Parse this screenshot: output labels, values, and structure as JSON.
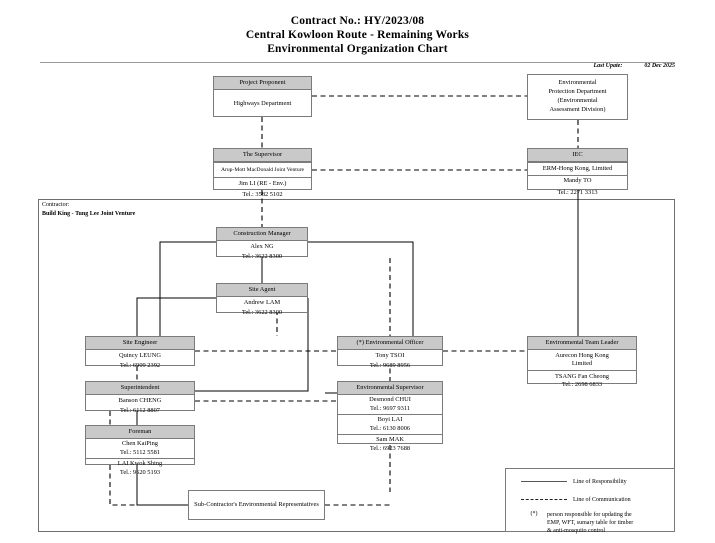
{
  "header": {
    "line1": "Contract No.: HY/2023/08",
    "line2": "Central Kowloon Route - Remaining Works",
    "line3": "Environmental Organization Chart",
    "last_update_label": "Last Upate:",
    "last_update_value": "02 Dec 2025"
  },
  "contractor": {
    "label": "Contractor:",
    "name": "Build King - Tung Lee Joint Venture"
  },
  "nodes": {
    "project_proponent": {
      "title": "Project Proponent",
      "rows": [
        "Highways Department"
      ]
    },
    "epd": {
      "lines": [
        "Environmental",
        "Protection Department",
        "(Environmental",
        "Assessment Division)"
      ]
    },
    "supervisor": {
      "title": "The Supervisor",
      "org": "Arup-Mott MacDonald Joint Venture",
      "rows": [
        "Jim LI (RE - Env.)",
        "Tel.: 3582 5102"
      ]
    },
    "iec": {
      "title": "IEC",
      "org": "ERM-Hong Kong, Limited",
      "rows": [
        "Mandy TO",
        "Tel.: 2271 3313"
      ]
    },
    "construction_manager": {
      "title": "Construction Manager",
      "rows": [
        "Alex NG",
        "Tel.: 3622 8300"
      ]
    },
    "site_agent": {
      "title": "Site Agent",
      "rows": [
        "Andrew LAM",
        "Tel.: 3622 8300"
      ]
    },
    "site_engineer": {
      "title": "Site Engineer",
      "rows": [
        "Quincy LEUNG",
        "Tel.: 6909 2392"
      ]
    },
    "environmental_officer": {
      "title": "(*) Environmental Officer",
      "rows": [
        "Tony TSOI",
        "Tel.: 9689 8956"
      ]
    },
    "environmental_team_leader": {
      "title": "Environmental Team Leader",
      "org1": "Aurecon Hong Kong",
      "org2": "Limited",
      "rows": [
        "TSANG Fan Cheong",
        "Tel.: 2698 6833"
      ]
    },
    "superintendent": {
      "title": "Superintendent",
      "rows": [
        "Banson CHENG",
        "Tel.: 6112 8807"
      ]
    },
    "environmental_supervisor": {
      "title": "Environmental Supervisor",
      "people": [
        {
          "name": "Desmond CHUI",
          "tel": "Tel.: 9697 9311"
        },
        {
          "name": "Boyi LAI",
          "tel": "Tel.: 6130 8006"
        },
        {
          "name": "Sam MAK",
          "tel": "Tel.: 6923 7688"
        }
      ]
    },
    "foreman": {
      "title": "Foreman",
      "people": [
        {
          "name": "Chen KaiPing",
          "tel": "Tel.: 5112 5581"
        },
        {
          "name": "LAI Kwok Shing",
          "tel": "Tel.: 9620 5193"
        }
      ]
    },
    "subcontractor": {
      "text": "Sub-Contractor's Environmental Representatives"
    }
  },
  "legend": {
    "responsibility": "Line of Responsibility",
    "communication": "Line of Communication",
    "star": "(*)",
    "note_lines": [
      "person responsible for updating the",
      "EMP, WFT, sumary table for timber",
      "& anti-mosquito control"
    ]
  }
}
